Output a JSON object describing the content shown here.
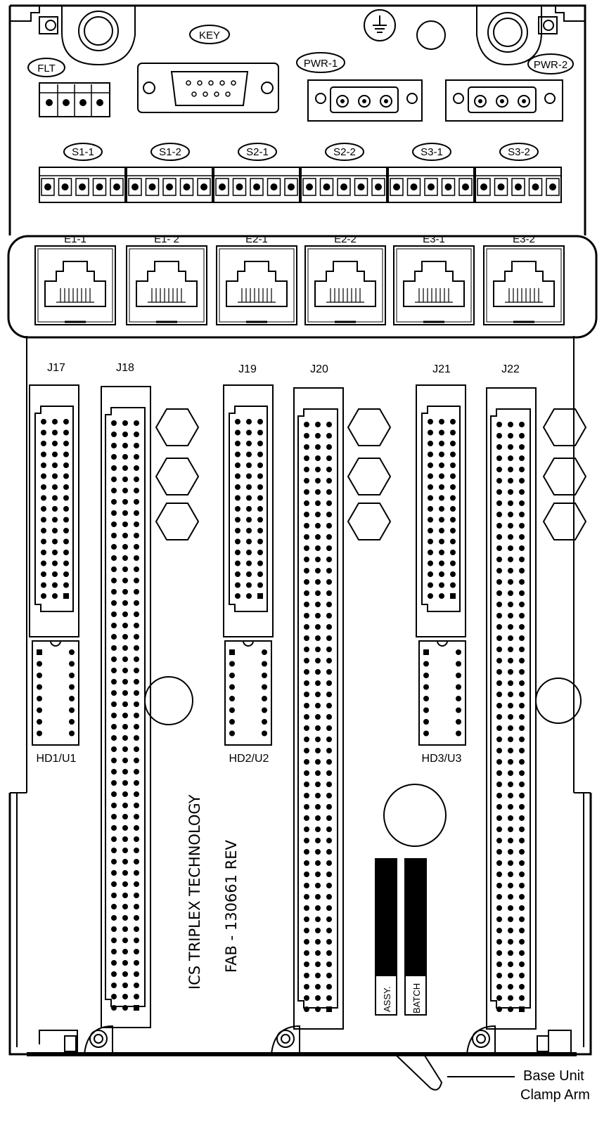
{
  "labels": {
    "key": "KEY",
    "flt": "FLT",
    "pwr1": "PWR-1",
    "pwr2": "PWR-2",
    "serial": [
      "S1-1",
      "S1-2",
      "S2-1",
      "S2-2",
      "S3-1",
      "S3-2"
    ],
    "ethernet": [
      "E1-1",
      "E1- 2",
      "E2-1",
      "E2-2",
      "E3-1",
      "E3-2"
    ],
    "slots": [
      "J17",
      "J18",
      "J19",
      "J20",
      "J21",
      "J22"
    ],
    "headers": [
      "HD1/U1",
      "HD2/U2",
      "HD3/U3"
    ],
    "silk_line1": "ICS TRIPLEX TECHNOLOGY",
    "silk_line2": "FAB - 130661 REV",
    "assy": "ASSY.",
    "batch": "BATCH",
    "callout_line1": "Base Unit",
    "callout_line2": "Clamp Arm"
  },
  "icons": {
    "ground": "ground-icon"
  },
  "colors": {
    "ink": "#000000",
    "paper": "#ffffff"
  }
}
